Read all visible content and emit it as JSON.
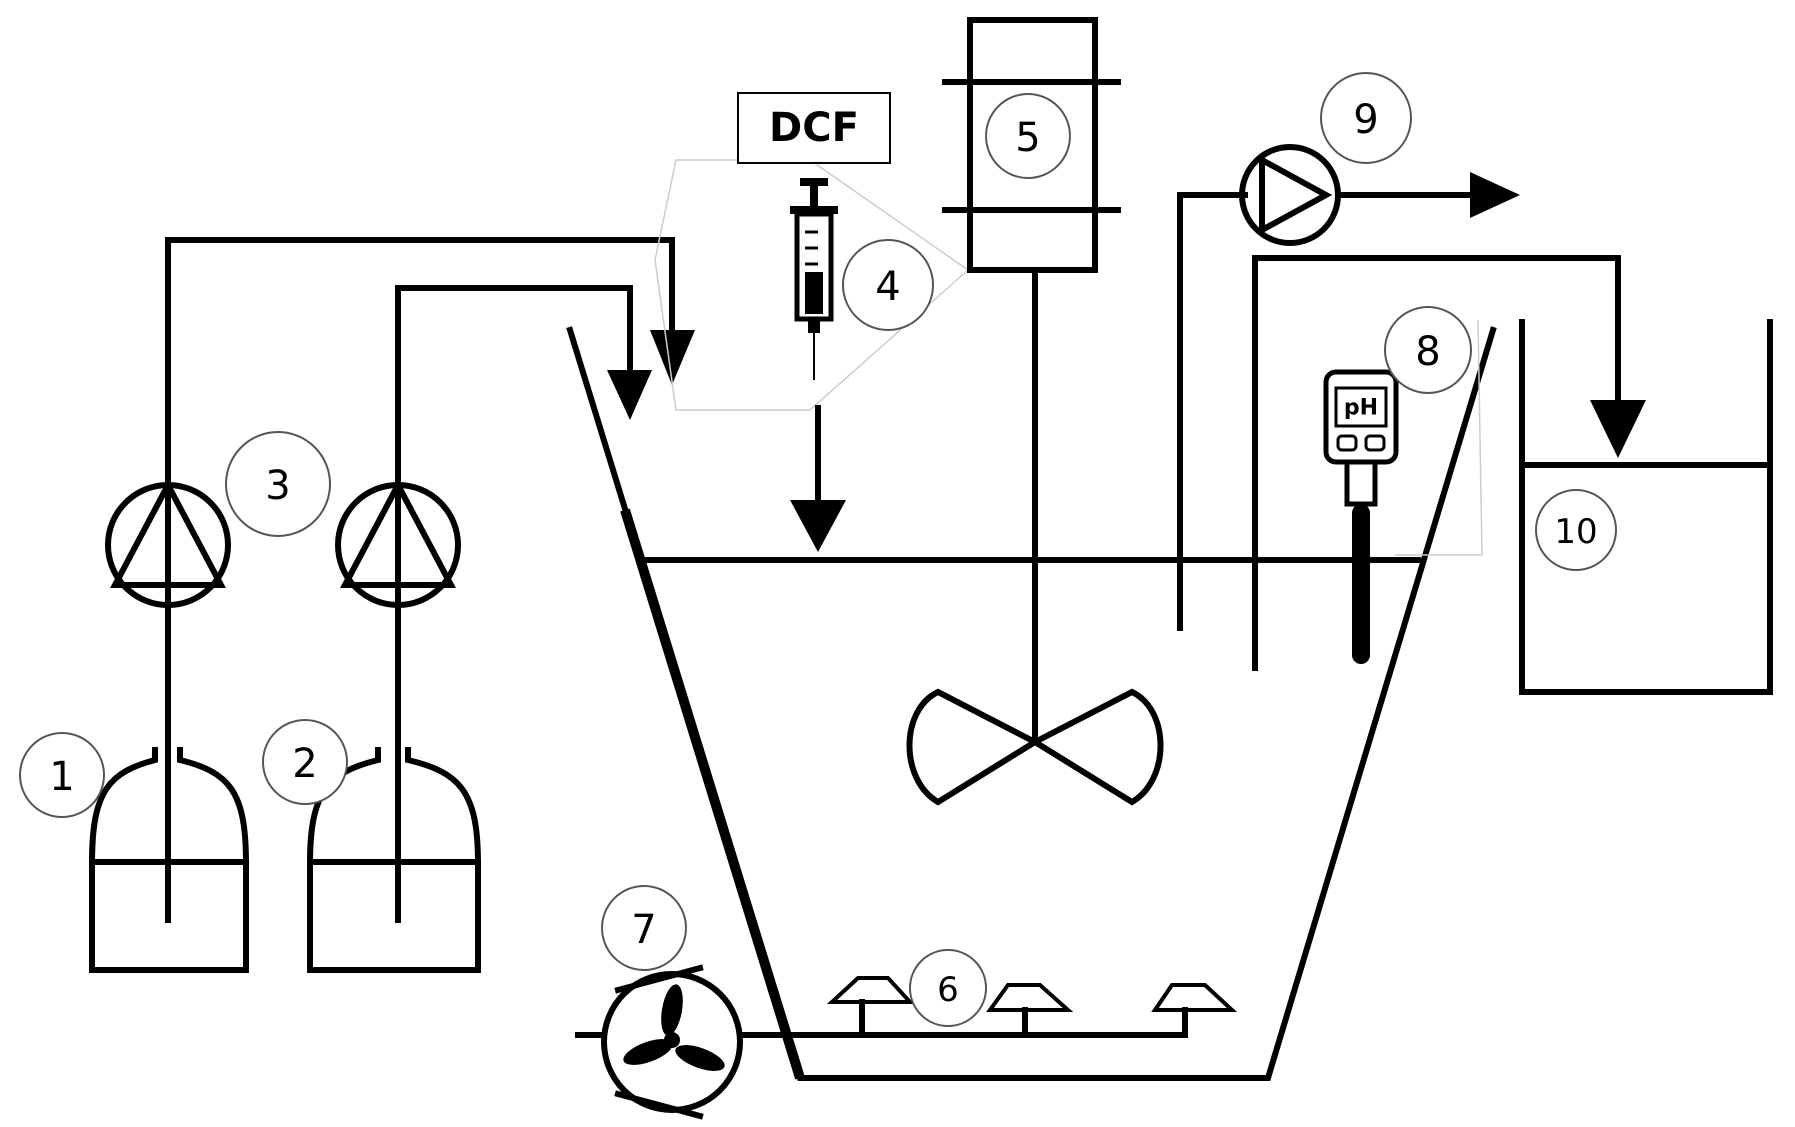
{
  "labels": {
    "feed_1": "1",
    "feed_2": "2",
    "pumps_3": "3",
    "dosing_4": "4",
    "motor_5": "5",
    "diffusers_6": "6",
    "blower_7": "7",
    "ph_probe_8": "8",
    "outlet_pump_9": "9",
    "effluent_tank_10": "10"
  },
  "dcf_box": {
    "text": "DCF"
  },
  "ph_meter": {
    "text": "pH"
  }
}
